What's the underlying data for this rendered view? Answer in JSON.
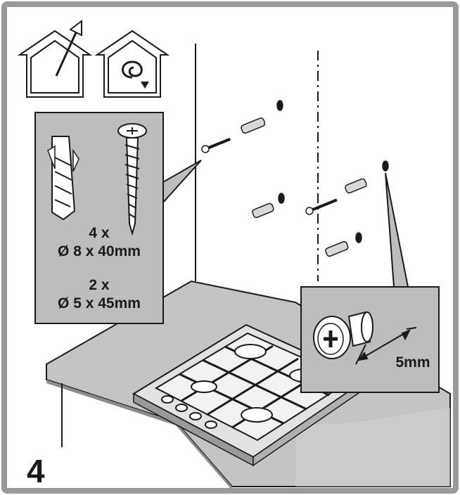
{
  "step_number": "4",
  "panel_left": {
    "line1": "4 x",
    "line2": "Ø 8 x 40mm",
    "line3": "2 x",
    "line4": "Ø 5 x 45mm"
  },
  "panel_right": {
    "dimension": "5mm"
  },
  "icons": {
    "ducted": "house-outlet-icon",
    "recirculation": "house-recirculation-icon"
  },
  "colors": {
    "frame": "#9a9a9a",
    "panel": "#bdbdbd",
    "counter": "#c4c4c4",
    "counter_side": "#8c8c8c",
    "ink": "#1a1a1a"
  }
}
